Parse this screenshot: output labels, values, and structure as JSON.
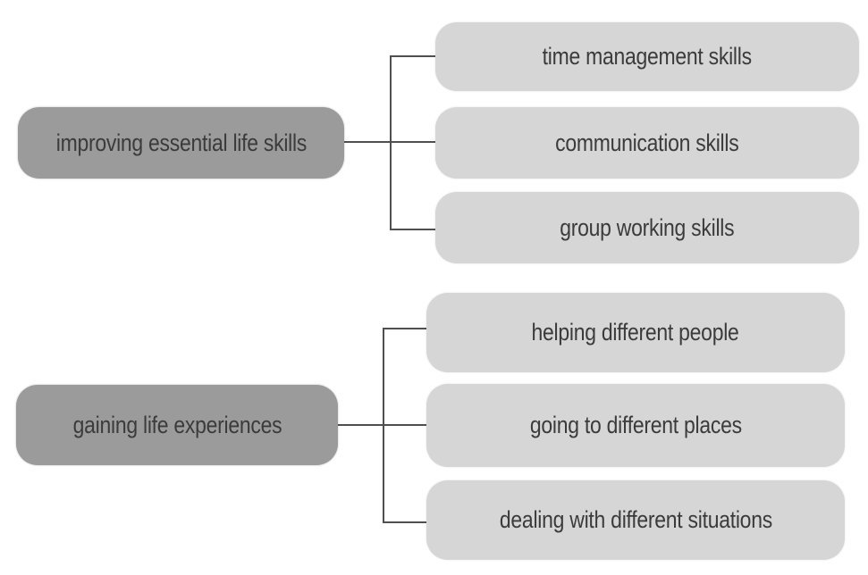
{
  "diagram": {
    "background_color": "#ffffff",
    "colors": {
      "parent_fill": "#9b9b9b",
      "child_fill": "#d6d6d6",
      "connector": "#4f4f4f",
      "text": "#3b3b3b"
    },
    "groups": [
      {
        "parent_label": "improving essential life skills",
        "children": [
          "time management skills",
          "communication skills",
          "group working skills"
        ]
      },
      {
        "parent_label": "gaining life experiences",
        "children": [
          "helping different people",
          "going to different places",
          "dealing with different situations"
        ]
      }
    ]
  }
}
